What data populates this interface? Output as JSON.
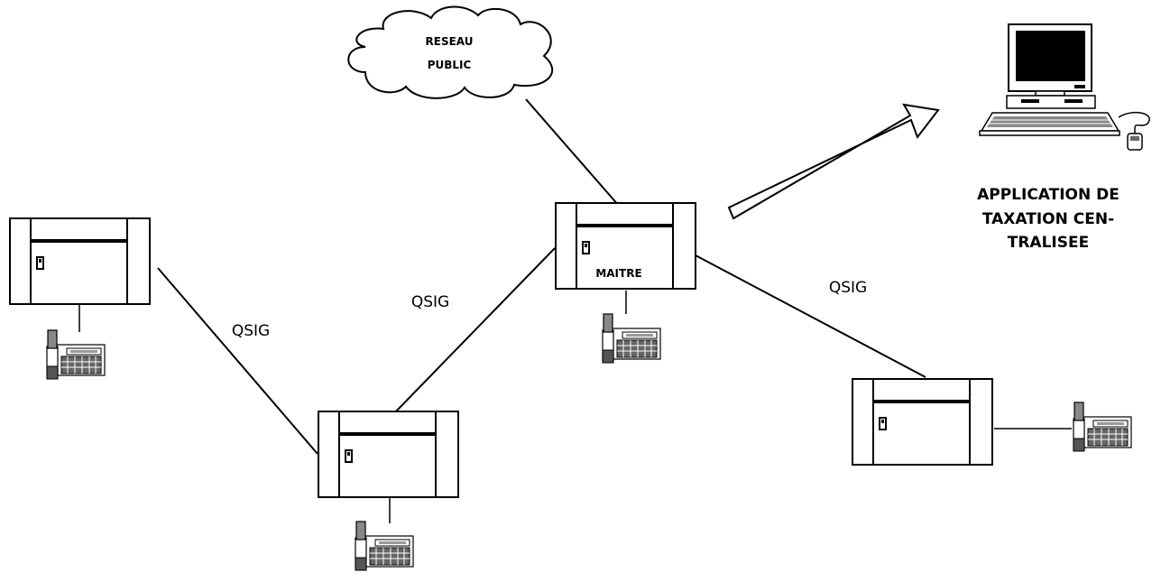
{
  "diagram": {
    "cloud": {
      "line1": "RESEAU",
      "line2": "PUBLIC"
    },
    "links": {
      "qsig_left": "QSIG",
      "qsig_center": "QSIG",
      "qsig_right": "QSIG"
    },
    "master_label": "MAITRE",
    "application": {
      "line1": "APPLICATION DE",
      "line2": "TAXATION CEN-",
      "line3": "TRALISEE"
    }
  }
}
